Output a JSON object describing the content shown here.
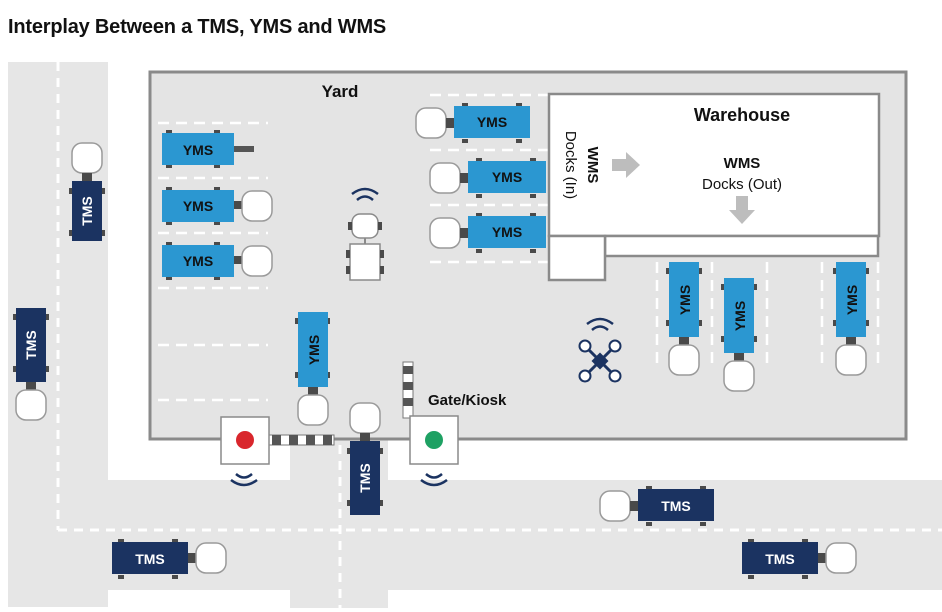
{
  "title": "Interplay Between a TMS, YMS and WMS",
  "labels": {
    "yard": "Yard",
    "warehouse": "Warehouse",
    "docks_in_title": "WMS",
    "docks_in_sub": "Docks (In)",
    "docks_out_title": "WMS",
    "docks_out_sub": "Docks (Out)",
    "gate_kiosk": "Gate/Kiosk"
  },
  "trucks": {
    "yms": "YMS",
    "tms": "TMS"
  },
  "colors": {
    "yms_blue": "#2b97d1",
    "tms_navy": "#1b3361",
    "road": "#e6e6e6",
    "yard_fill": "#e4e4e4",
    "yard_border": "#8a8a8a",
    "signal_red": "#d9262c",
    "signal_green": "#1ea163"
  },
  "icons": [
    "signal-waves-icon",
    "drone-icon",
    "arrow-right-icon",
    "arrow-down-icon",
    "gate-barrier-icon",
    "traffic-light-icon"
  ]
}
